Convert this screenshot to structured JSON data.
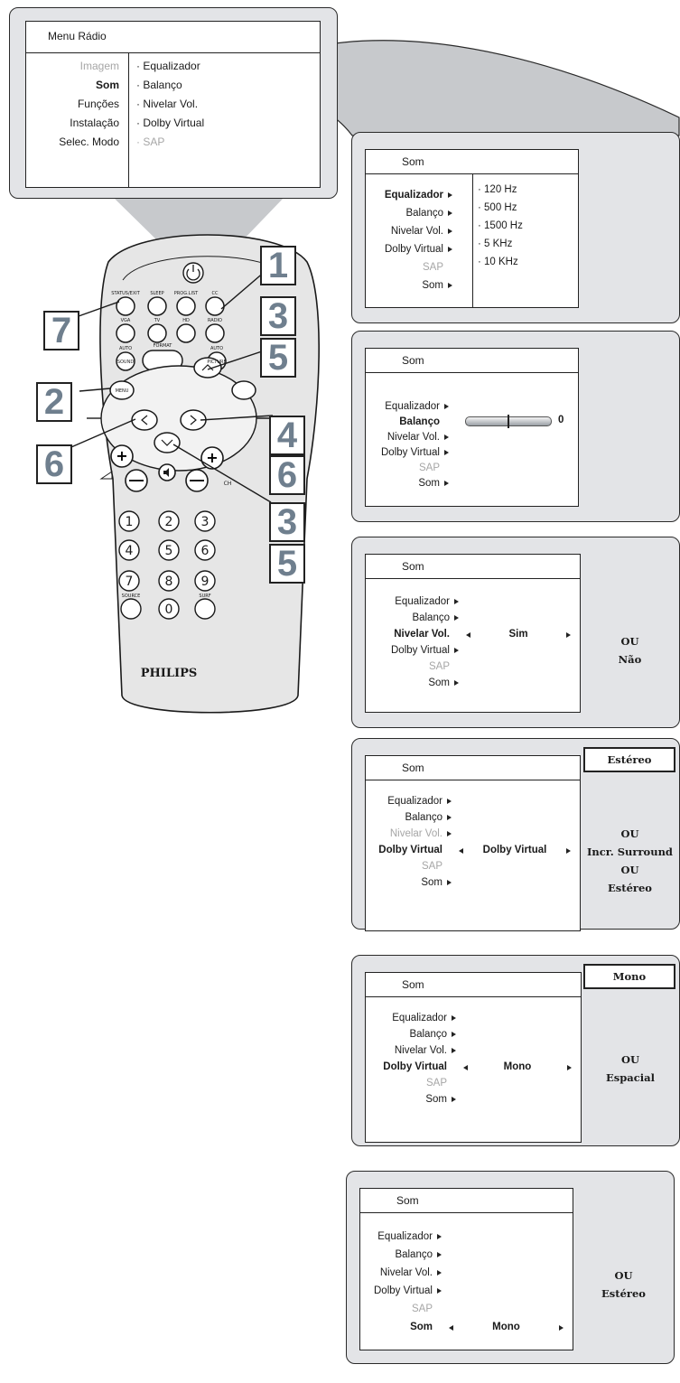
{
  "top_menu": {
    "title": "Menu Rádio",
    "left_items": [
      {
        "label": "Imagem",
        "state": "gray"
      },
      {
        "label": "Som",
        "state": "bold"
      },
      {
        "label": "Funções",
        "state": "normal"
      },
      {
        "label": "Instalação",
        "state": "normal"
      },
      {
        "label": "Selec. Modo",
        "state": "normal"
      }
    ],
    "right_items": [
      {
        "label": "Equalizador",
        "state": "normal"
      },
      {
        "label": "Balanço",
        "state": "normal"
      },
      {
        "label": "Nivelar Vol.",
        "state": "normal"
      },
      {
        "label": "Dolby Virtual",
        "state": "normal"
      },
      {
        "label": "SAP",
        "state": "gray"
      }
    ]
  },
  "remote": {
    "brand": "PHILIPS",
    "labels": {
      "status": "STATUS/EXIT",
      "sleep": "SLEEP",
      "proglist": "PROG.LIST",
      "cc": "CC",
      "vga": "VGA",
      "tv": "TV",
      "hd": "HD",
      "radio": "RADIO",
      "auto1": "AUTO",
      "format": "FORMAT",
      "auto2": "AUTO",
      "sound": "SOUND",
      "picture": "PICTURE",
      "menu": "MENU",
      "source": "SOURCE",
      "surf": "SURF",
      "ch": "CH"
    },
    "digits": [
      "1",
      "2",
      "3",
      "4",
      "5",
      "6",
      "7",
      "8",
      "9",
      "0"
    ],
    "steps": [
      {
        "id": "s1",
        "label": "1"
      },
      {
        "id": "s2",
        "label": "2"
      },
      {
        "id": "s35a",
        "label": "3"
      },
      {
        "id": "s35b",
        "label": "5"
      },
      {
        "id": "s46a",
        "label": "4"
      },
      {
        "id": "s46b",
        "label": "6"
      },
      {
        "id": "s6",
        "label": "6"
      },
      {
        "id": "s7",
        "label": "7"
      },
      {
        "id": "s35c",
        "label": "3"
      },
      {
        "id": "s35d",
        "label": "5"
      }
    ]
  },
  "screens": [
    {
      "title": "Som",
      "rows": [
        {
          "label": "Equalizador",
          "state": "bold",
          "arrow": true
        },
        {
          "label": "Balanço",
          "state": "normal",
          "arrow": true
        },
        {
          "label": "Nivelar Vol.",
          "state": "normal",
          "arrow": true
        },
        {
          "label": "Dolby Virtual",
          "state": "normal",
          "arrow": true
        },
        {
          "label": "SAP",
          "state": "gray",
          "arrow": false
        },
        {
          "label": "Som",
          "state": "normal",
          "arrow": true
        }
      ],
      "options": [
        "120 Hz",
        "500 Hz",
        "1500 Hz",
        "5 KHz",
        "10 KHz"
      ]
    },
    {
      "title": "Som",
      "rows": [
        {
          "label": "Equalizador",
          "state": "normal",
          "arrow": true
        },
        {
          "label": "Balanço",
          "state": "bold",
          "arrow": false
        },
        {
          "label": "Nivelar Vol.",
          "state": "normal",
          "arrow": true
        },
        {
          "label": "Dolby Virtual",
          "state": "normal",
          "arrow": true
        },
        {
          "label": "SAP",
          "state": "gray",
          "arrow": false
        },
        {
          "label": "Som",
          "state": "normal",
          "arrow": true
        }
      ],
      "slider": {
        "value": "0",
        "position": 0.5
      }
    },
    {
      "title": "Som",
      "rows": [
        {
          "label": "Equalizador",
          "state": "normal",
          "arrow": true
        },
        {
          "label": "Balanço",
          "state": "normal",
          "arrow": true
        },
        {
          "label": "Nivelar Vol.",
          "state": "bold",
          "arrow": false
        },
        {
          "label": "Dolby Virtual",
          "state": "normal",
          "arrow": true
        },
        {
          "label": "SAP",
          "state": "gray",
          "arrow": false
        },
        {
          "label": "Som",
          "state": "normal",
          "arrow": true
        }
      ],
      "selector": "Sim",
      "side": [
        "OU",
        "Não"
      ]
    },
    {
      "title": "Som",
      "rows": [
        {
          "label": "Equalizador",
          "state": "normal",
          "arrow": true
        },
        {
          "label": "Balanço",
          "state": "normal",
          "arrow": true
        },
        {
          "label": "Nivelar Vol.",
          "state": "gray",
          "arrow": true
        },
        {
          "label": "Dolby Virtual",
          "state": "bold",
          "arrow": false
        },
        {
          "label": "SAP",
          "state": "gray",
          "arrow": false
        },
        {
          "label": "Som",
          "state": "normal",
          "arrow": true
        }
      ],
      "selector": "Dolby Virtual",
      "box": "Estéreo",
      "side": [
        "OU",
        "Incr. Surround",
        "OU",
        "Estéreo"
      ]
    },
    {
      "title": "Som",
      "rows": [
        {
          "label": "Equalizador",
          "state": "normal",
          "arrow": true
        },
        {
          "label": "Balanço",
          "state": "normal",
          "arrow": true
        },
        {
          "label": "Nivelar Vol.",
          "state": "normal",
          "arrow": true
        },
        {
          "label": "Dolby Virtual",
          "state": "bold",
          "arrow": false
        },
        {
          "label": "SAP",
          "state": "gray",
          "arrow": false
        },
        {
          "label": "Som",
          "state": "normal",
          "arrow": true
        }
      ],
      "selector": "Mono",
      "box": "Mono",
      "side": [
        "OU",
        "Espacial"
      ]
    },
    {
      "title": "Som",
      "rows": [
        {
          "label": "Equalizador",
          "state": "normal",
          "arrow": true
        },
        {
          "label": "Balanço",
          "state": "normal",
          "arrow": true
        },
        {
          "label": "Nivelar Vol.",
          "state": "normal",
          "arrow": true
        },
        {
          "label": "Dolby Virtual",
          "state": "normal",
          "arrow": true
        },
        {
          "label": "SAP",
          "state": "gray",
          "arrow": false
        },
        {
          "label": "Som",
          "state": "bold",
          "arrow": false
        }
      ],
      "selector": "Mono",
      "side": [
        "OU",
        "Estéreo"
      ]
    }
  ]
}
